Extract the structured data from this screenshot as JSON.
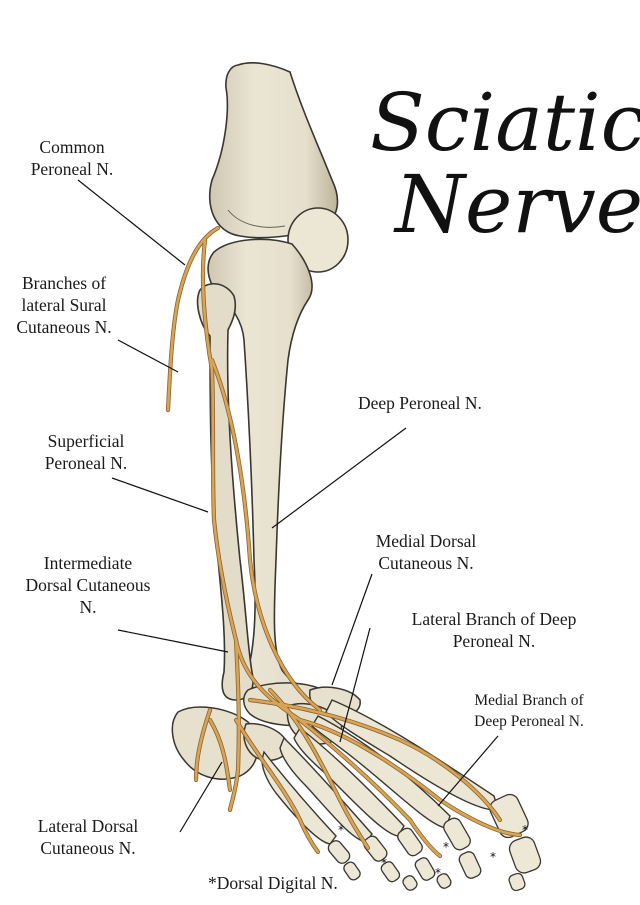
{
  "title": {
    "line1": "Sciatic",
    "line2": "Nerve"
  },
  "labels": {
    "common_peroneal": [
      "Common",
      "Peroneal N."
    ],
    "lateral_sural": [
      "Branches of",
      "lateral Sural",
      "Cutaneous N."
    ],
    "superficial_peroneal": [
      "Superficial",
      "Peroneal N."
    ],
    "intermediate_dorsal": [
      "Intermediate",
      "Dorsal Cutaneous",
      "N."
    ],
    "lateral_dorsal": [
      "Lateral Dorsal",
      "Cutaneous N."
    ],
    "deep_peroneal": [
      "Deep Peroneal N."
    ],
    "medial_dorsal": [
      "Medial Dorsal",
      "Cutaneous N."
    ],
    "lateral_branch_deep": [
      "Lateral Branch of Deep",
      "Peroneal N."
    ],
    "medial_branch_deep": [
      "Medial Branch of",
      "Deep Peroneal N."
    ],
    "dorsal_digital": [
      "*Dorsal Digital N."
    ]
  },
  "colors": {
    "bone_fill": "#e9e3d1",
    "bone_shade": "#c9c1aa",
    "bone_outline": "#3a3630",
    "nerve": "#d8a455",
    "nerve_outline": "#8a6430",
    "leader_line": "#111111",
    "title_ink": "#111111"
  }
}
